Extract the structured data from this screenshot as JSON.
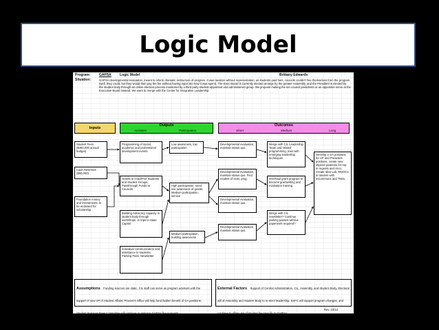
{
  "slide": {
    "title": "Logic Model"
  },
  "header": {
    "program_label": "Program:",
    "program_name": "GAPSA",
    "model_label": "Logic Model",
    "author": "Brittany Edwards",
    "situation_label": "Situation:",
    "situation_text": "GAPSA developmental evaluation, meant to inform dramatic restructure of program. It was taxation without representation, as students paid fees, councils couldn't free themselves from the program (well, they could, but they would then pay the fee without having input into how it was spent). The Exec Board is currently elected at-large by the greater Assembly, and the President is elected by the student body through an online election process monitored by a third party student-appointed and administered group. We propose making the ten council presidents or an appointee serve at the Executive Board instead. We want to merge with the Center for Integrative Leadership."
  },
  "columns": {
    "inputs": "Inputs",
    "outputs": "Outputs",
    "activities": "Activities",
    "participation": "Participation",
    "outcomes": "Outcomes",
    "short": "Short",
    "medium": "Medium",
    "long": "Long"
  },
  "inputs": [
    "Student Fees ($400,000 annual budget)",
    "Cash Reserves ($50,000)",
    "Foundation money and investments, to be endowed for scholarship"
  ],
  "activities": [
    "Programming of social, academic and professional development events",
    "Grants to Grad/Prof Students and Student Groups, Passthrough Funds to Councils",
    "Building Advocacy capacity in student body through workshops, or trips to State Capitol",
    "Individual communication and assistance to students: Parking Pass, Newsletter"
  ],
  "participation": [
    "Low awareness, low participation",
    "High participation, need, low awareness of grants. Medium participation, service",
    "Medium participation, building awareness"
  ],
  "short_outcomes": [
    "Developmental evaluation, maintain status quo.",
    "Developmental evaluation, maintain status quo. Find models of exist. prog.",
    "Developmental evaluation, maintain status quo.",
    "Developmental evaluation, maintain status quo."
  ],
  "medium_outcomes": [
    "Merge with CIL Leadership Team and related programming, train with emerging leadership techniques",
    "Overhaul grant program to become grantwriting and evaluation training.",
    "Merge with CIL newsletter? Continue parking passes without paperwork required?"
  ],
  "long_outcome": "Develop 2 GA positions for VP and President positions, create new stipend positions for rep to regents and cmcc. Create Idea Lab, MOOCs, in tandem with InCommons and TEDx.",
  "assumptions": {
    "label": "Assumptions",
    "text": "Funding sources are static, CIL staff can serve as program advisors with the support of new VP of Student Affairs; Provost's Office will help fund hidden benefit of GA positions; Student Services Fees Committee will continue to approve GAPSA fee requests."
  },
  "external": {
    "label": "External Factors",
    "text": "Support of Central Administration, CIL, Assembly, and Student Body. Electoral will of Assembly and Student Body to re-elect leadership. SSFC will support program changes, and continue to allow use of student fee specific to GAPSA."
  },
  "revision": "Rev. 10/12",
  "colors": {
    "inputs_header": "#f5d66b",
    "outputs_header": "#2fd42f",
    "outcomes_header": "#f58ce6",
    "title_border": "#2f4f87"
  }
}
